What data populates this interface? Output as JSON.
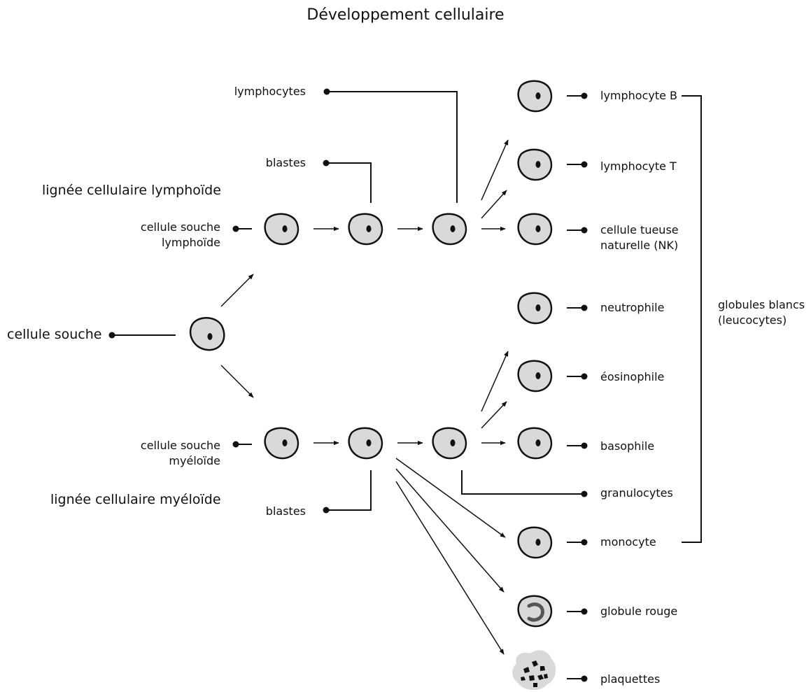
{
  "title": "Développement cellulaire",
  "labels": {
    "stem_cell": "cellule souche",
    "lymphoid_lineage": "lignée cellulaire lymphoïde",
    "myeloid_lineage": "lignée cellulaire myéloïde",
    "lymphoid_stem_cell_line1": "cellule souche",
    "lymphoid_stem_cell_line2": "lymphoïde",
    "myeloid_stem_cell_line1": "cellule souche",
    "myeloid_stem_cell_line2": "myéloïde",
    "blasts_top": "blastes",
    "blasts_bottom": "blastes",
    "lymphocytes": "lymphocytes",
    "granulocytes": "granulocytes",
    "white_cells_line1": "globules blancs",
    "white_cells_line2": "(leucocytes)"
  },
  "outputs": [
    {
      "label": "lymphocyte B"
    },
    {
      "label": "lymphocyte T"
    },
    {
      "label_line1": "cellule tueuse",
      "label_line2": "naturelle (NK)"
    },
    {
      "label": "neutrophile"
    },
    {
      "label": "éosinophile"
    },
    {
      "label": "basophile"
    },
    {
      "label": "monocyte"
    },
    {
      "label": "globule rouge"
    },
    {
      "label": "plaquettes"
    }
  ],
  "colors": {
    "cell_fill": "#d9d9d9",
    "stroke": "#111111",
    "rbc_mark": "#555555"
  }
}
